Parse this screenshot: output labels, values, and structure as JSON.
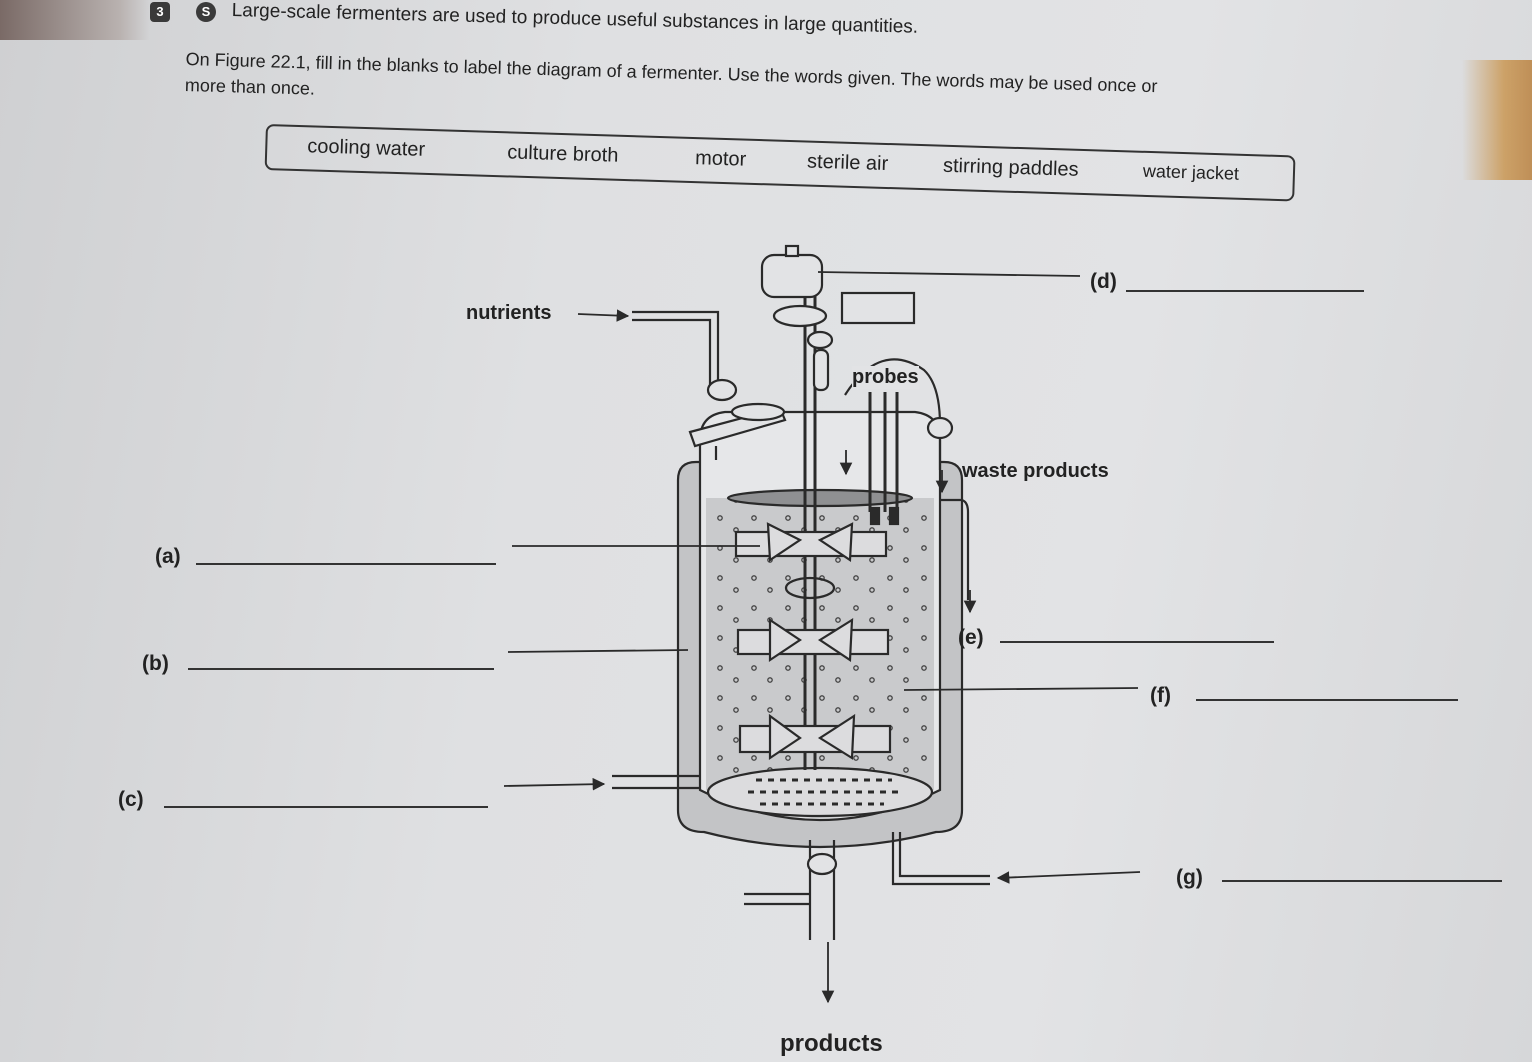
{
  "question": {
    "number": "3",
    "badge": "S",
    "title": "Large-scale fermenters are used to produce useful substances in large quantities.",
    "instruction_line1": "On Figure 22.1, fill in the blanks to label the diagram of a fermenter. Use the words given. The words may be used once or",
    "instruction_line2": "more than once."
  },
  "word_bank": [
    "cooling water",
    "culture broth",
    "motor",
    "sterile air",
    "stirring  paddles",
    "water jacket"
  ],
  "diagram": {
    "nutrients": "nutrients",
    "probes": "probes",
    "waste_products": "waste products",
    "products": "products",
    "label_a": "(a)",
    "label_b": "(b)",
    "label_c": "(c)",
    "label_d": "(d)",
    "label_e": "(e)",
    "label_f": "(f)",
    "label_g": "(g)"
  },
  "colors": {
    "ink": "#2a2a2a",
    "paper": "#e0e1e3",
    "liquid": "#c4c5c7",
    "jacket": "#b9babc"
  }
}
